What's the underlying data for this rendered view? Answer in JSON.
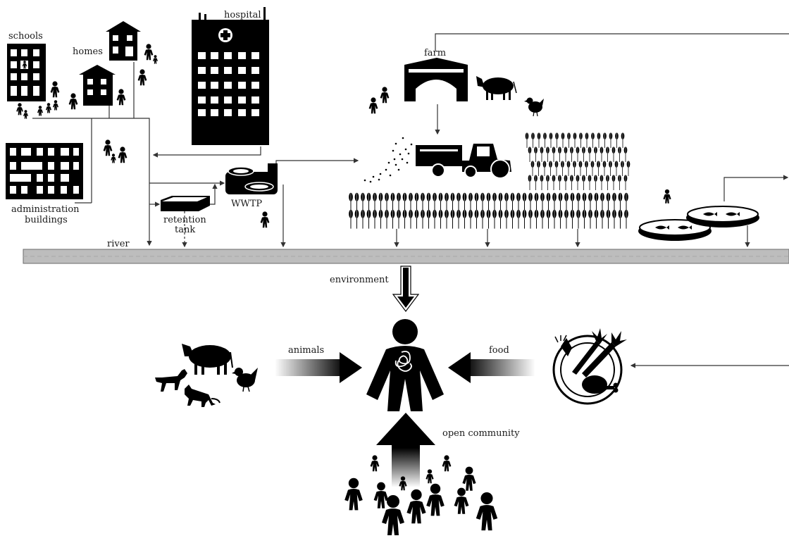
{
  "labels": {
    "schools": "schools",
    "homes": "homes",
    "hospital": "hospital",
    "administration_line1": "administration",
    "administration_line2": "buildings",
    "retention_line1": "retention",
    "retention_line2": "tank",
    "wwtp": "WWTP",
    "river": "river",
    "farm": "farm",
    "environment": "environment",
    "animals": "animals",
    "food": "food",
    "open_community": "open community"
  },
  "colors": {
    "ink": "#000000",
    "river_fill": "#bdbdbd",
    "river_edge": "#6b6b6b",
    "line": "#333333"
  },
  "icons": [
    "school-building-icon",
    "home-icon",
    "hospital-icon",
    "administration-building-icon",
    "retention-tank-icon",
    "wwtp-icon",
    "farm-barn-icon",
    "cow-icon",
    "chicken-icon",
    "tractor-icon",
    "wheat-field-icon",
    "fish-pond-icon",
    "person-icon",
    "dog-icon",
    "cat-icon",
    "food-plate-icon",
    "gut-icon"
  ]
}
